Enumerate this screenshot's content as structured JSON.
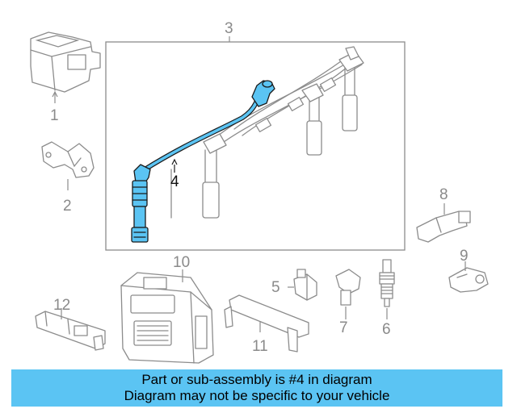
{
  "callouts": {
    "c1": "1",
    "c2": "2",
    "c3": "3",
    "c4": "4",
    "c5": "5",
    "c6": "6",
    "c7": "7",
    "c8": "8",
    "c9": "9",
    "c10": "10",
    "c11": "11",
    "c12": "12"
  },
  "banner": {
    "line1": "Part or sub-assembly is #4 in diagram",
    "line2": "Diagram may not be specific to your vehicle"
  },
  "colors": {
    "highlight": "#5bc4f3",
    "line": "#8c8c8c",
    "banner": "#5bc4f3"
  }
}
